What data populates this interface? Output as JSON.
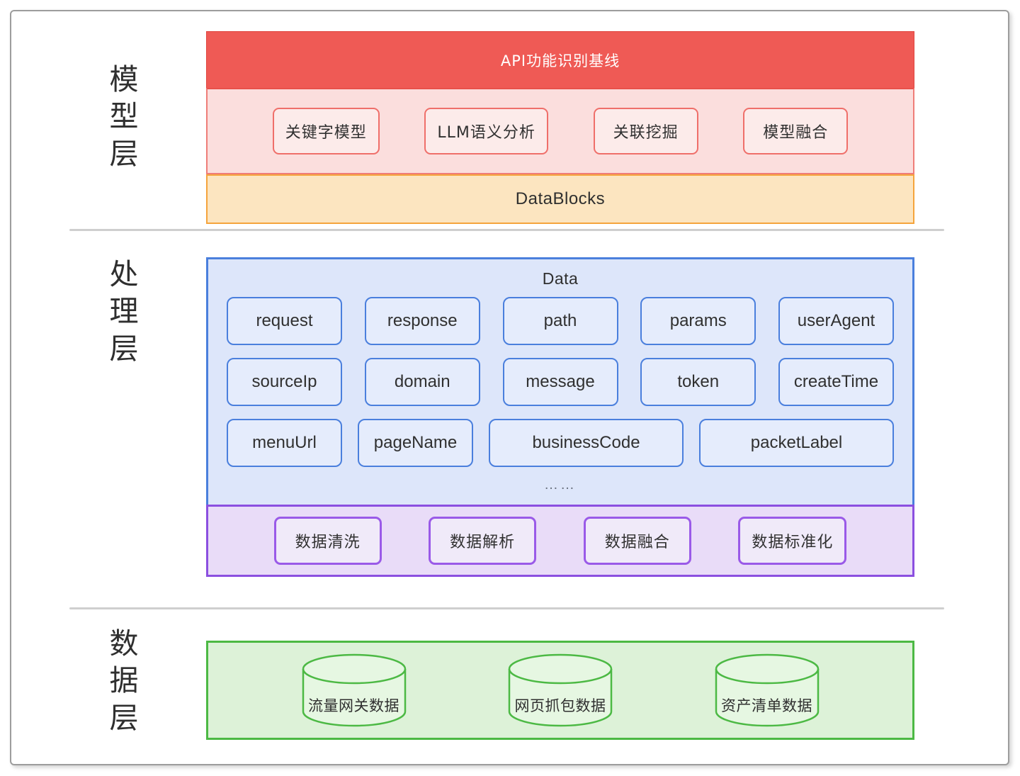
{
  "diagram": {
    "layers": [
      {
        "id": "model",
        "label_chars": [
          "模",
          "型",
          "层"
        ],
        "banner": "API功能识别基线",
        "models": [
          "关键字模型",
          "LLM语义分析",
          "关联挖掘",
          "模型融合"
        ],
        "datablocks": "DataBlocks"
      },
      {
        "id": "processing",
        "label_chars": [
          "处",
          "理",
          "层"
        ],
        "panel_title": "Data",
        "fields_row1": [
          "request",
          "response",
          "path",
          "params",
          "userAgent"
        ],
        "fields_row2": [
          "sourceIp",
          "domain",
          "message",
          "token",
          "createTime"
        ],
        "fields_row3": [
          "menuUrl",
          "pageName",
          "businessCode",
          "packetLabel"
        ],
        "ellipsis": "……",
        "operations": [
          "数据清洗",
          "数据解析",
          "数据融合",
          "数据标准化"
        ]
      },
      {
        "id": "data",
        "label_chars": [
          "数",
          "据",
          "层"
        ],
        "sources": [
          "流量网关数据",
          "网页抓包数据",
          "资产清单数据"
        ]
      }
    ]
  },
  "colors": {
    "banner_red": "#ef5a55",
    "band_pink": "#fbdedd",
    "band_orange": "#fce5c0",
    "orange_border": "#f5a43c",
    "panel_blue": "#dde6fa",
    "blue_border": "#4a7fdd",
    "band_purple": "#e9dcf8",
    "purple_border": "#8b4fe0",
    "panel_green": "#ddf2d8",
    "green_border": "#4cb944",
    "divider_gray": "#cfcfcf"
  }
}
